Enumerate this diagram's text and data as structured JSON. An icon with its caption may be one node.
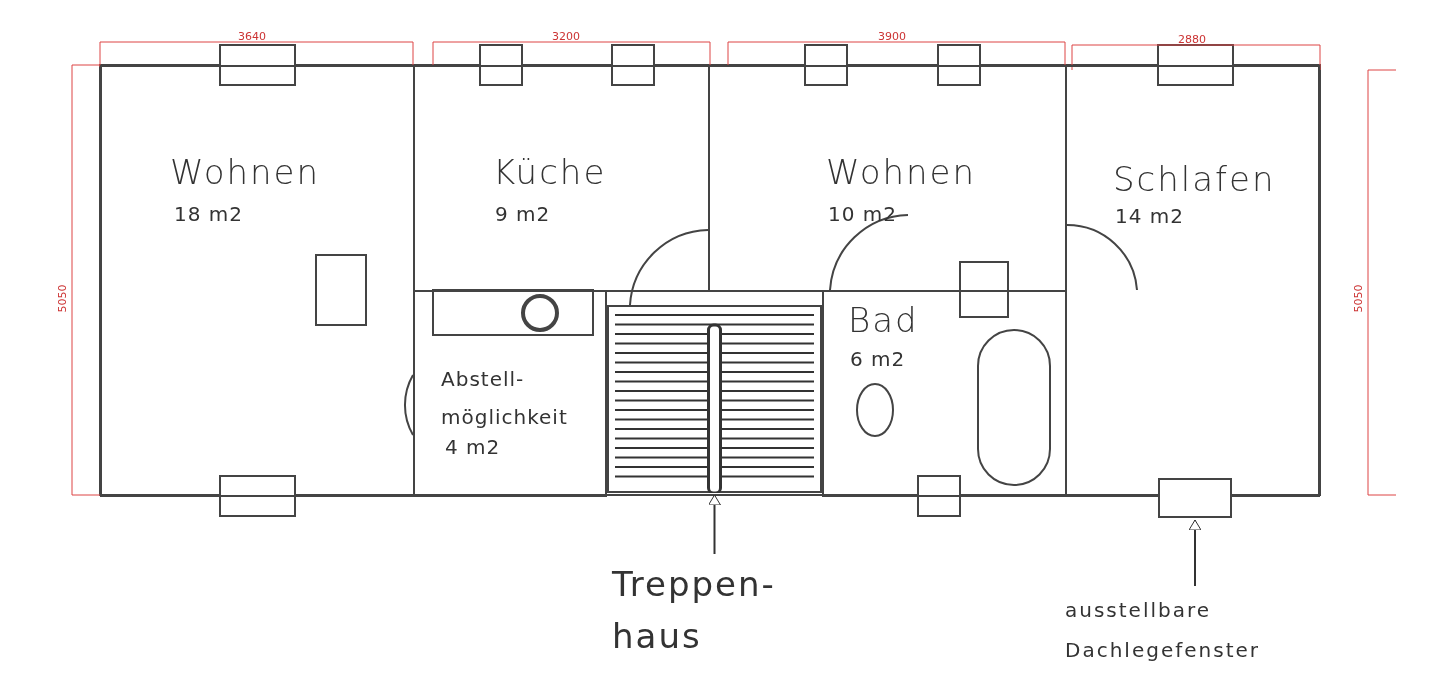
{
  "diagram": {
    "nodes": [
      {
        "text": [
          "Wohnen",
          "18 m2"
        ]
      },
      {
        "text": [
          "Küche",
          "9 m2"
        ]
      },
      {
        "text": [
          "Wohnen",
          "10 m2"
        ]
      },
      {
        "text": [
          "Schlafen",
          "14 m2"
        ]
      },
      {
        "text": [
          "Abstell- möglichkeit",
          "4 m2"
        ]
      },
      {
        "text": [
          "Bad",
          "6 m2"
        ]
      },
      {
        "text": [
          "Treppen- haus"
        ]
      },
      {
        "text": [],
        "shape": "picture"
      },
      {
        "text": [
          "ausstellbare Dachlegefenster"
        ]
      },
      {
        "text": [],
        "shape": "box"
      }
    ],
    "edges": [
      {
        "from": 6,
        "to": 7,
        "arrow": "to"
      },
      {
        "from": 8,
        "to": 9,
        "arrow": "to"
      }
    ],
    "labels": [
      "3640",
      "3200",
      "3900",
      "2880",
      "5050",
      "5050"
    ]
  }
}
